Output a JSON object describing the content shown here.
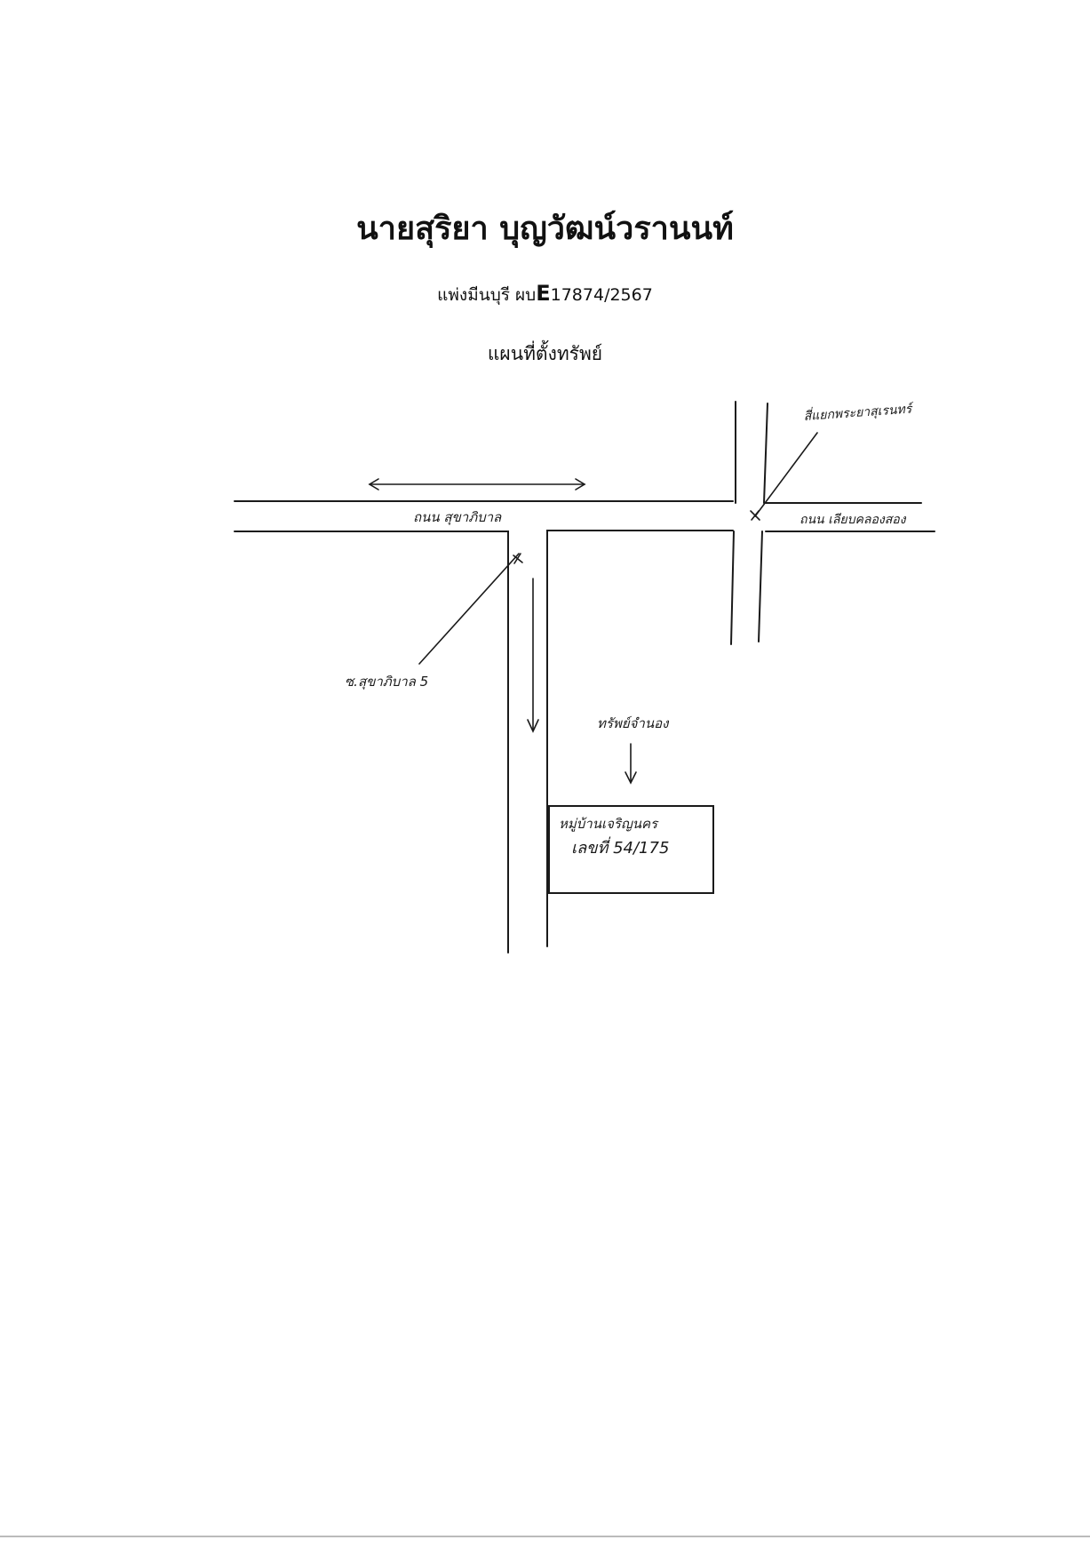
{
  "header": {
    "owner_name": "นายสุริยา บุญวัฒน์วรานนท์",
    "case_court": "แพ่งมีนบุรี ผบ",
    "case_letter": "E",
    "case_number": "17874/2567",
    "map_heading": "แผนที่ตั้งทรัพย์"
  },
  "map_labels": {
    "main_road": "ถนน สุขาภิบาล",
    "east_road": "ถนน เลียบคลองสอง",
    "intersection": "สี่แยกพระยาสุเรนทร์",
    "soi": "ซ.สุขาภิบาล 5",
    "property_pointer": "ทรัพย์จำนอง",
    "property_box_line1": "หมู่บ้านเจริญนคร",
    "property_box_line2": "เลขที่ 54/175"
  },
  "colors": {
    "ink": "#1a1a1a",
    "paper": "#ffffff"
  }
}
